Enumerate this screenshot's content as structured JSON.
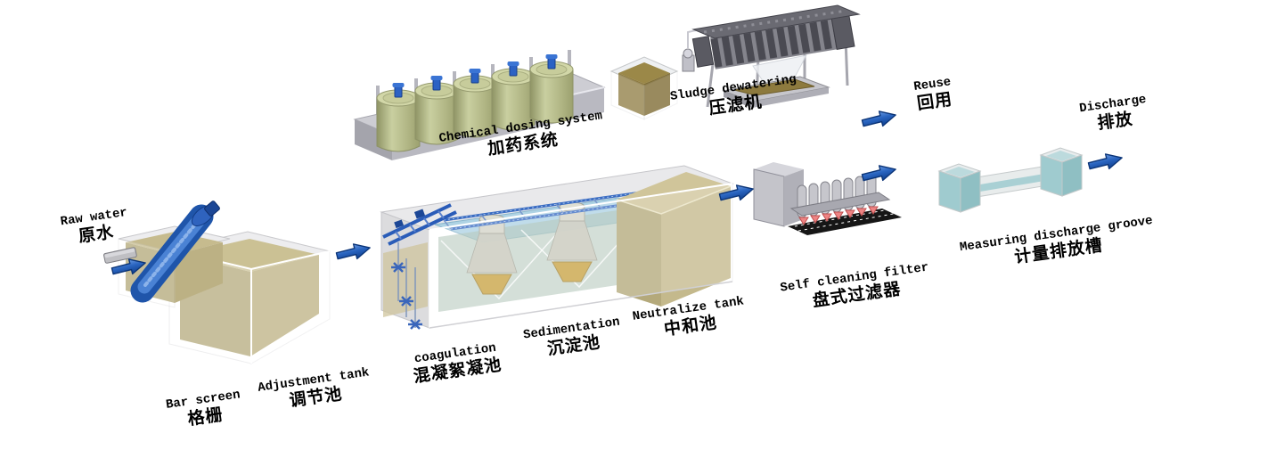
{
  "labels": {
    "raw_water": {
      "en": "Raw water",
      "zh": "原水"
    },
    "bar_screen": {
      "en": "Bar screen",
      "zh": "格栅"
    },
    "adjustment_tank": {
      "en": "Adjustment tank",
      "zh": "调节池"
    },
    "chemical_dosing_system": {
      "en": "Chemical dosing system",
      "zh": "加药系统"
    },
    "coagulation": {
      "en": "coagulation",
      "zh": "混凝絮凝池"
    },
    "sedimentation": {
      "en": "Sedimentation",
      "zh": "沉淀池"
    },
    "neutralize_tank": {
      "en": "Neutralize tank",
      "zh": "中和池"
    },
    "sludge_dewatering": {
      "en": "Sludge dewatering",
      "zh": "压滤机"
    },
    "self_cleaning_filter": {
      "en": "Self cleaning filter",
      "zh": "盘式过滤器"
    },
    "measuring_discharge_groove": {
      "en": "Measuring discharge groove",
      "zh": "计量排放槽"
    },
    "reuse": {
      "en": "Reuse",
      "zh": "回用"
    },
    "discharge": {
      "en": "Discharge",
      "zh": "排放"
    }
  },
  "flow": {
    "arrow_icon": "flow-arrow-icon",
    "arrow_color": "#1d56b0",
    "arrows": [
      "raw-water-to-bar-screen",
      "adjustment-tank-to-coagulation",
      "neutralize-tank-to-self-cleaning-filter",
      "self-cleaning-filter-to-measuring-groove",
      "to-reuse",
      "measuring-groove-to-discharge"
    ]
  },
  "colors": {
    "background": "#ffffff",
    "arrow_blue": "#1d56b0",
    "tank_liquid_tan": "#b3a878",
    "dosing_tank_olive": "#b4b989",
    "water_surface_blue": "#aed3e4",
    "clarifier_interior_green": "#a4bcab",
    "neutralize_tan": "#c4b98c",
    "groove_teal": "#9fcbcf",
    "filter_valve_red": "#ee8484",
    "press_dark_gray": "#52525a",
    "shell_gray": "#e9e9eb"
  }
}
